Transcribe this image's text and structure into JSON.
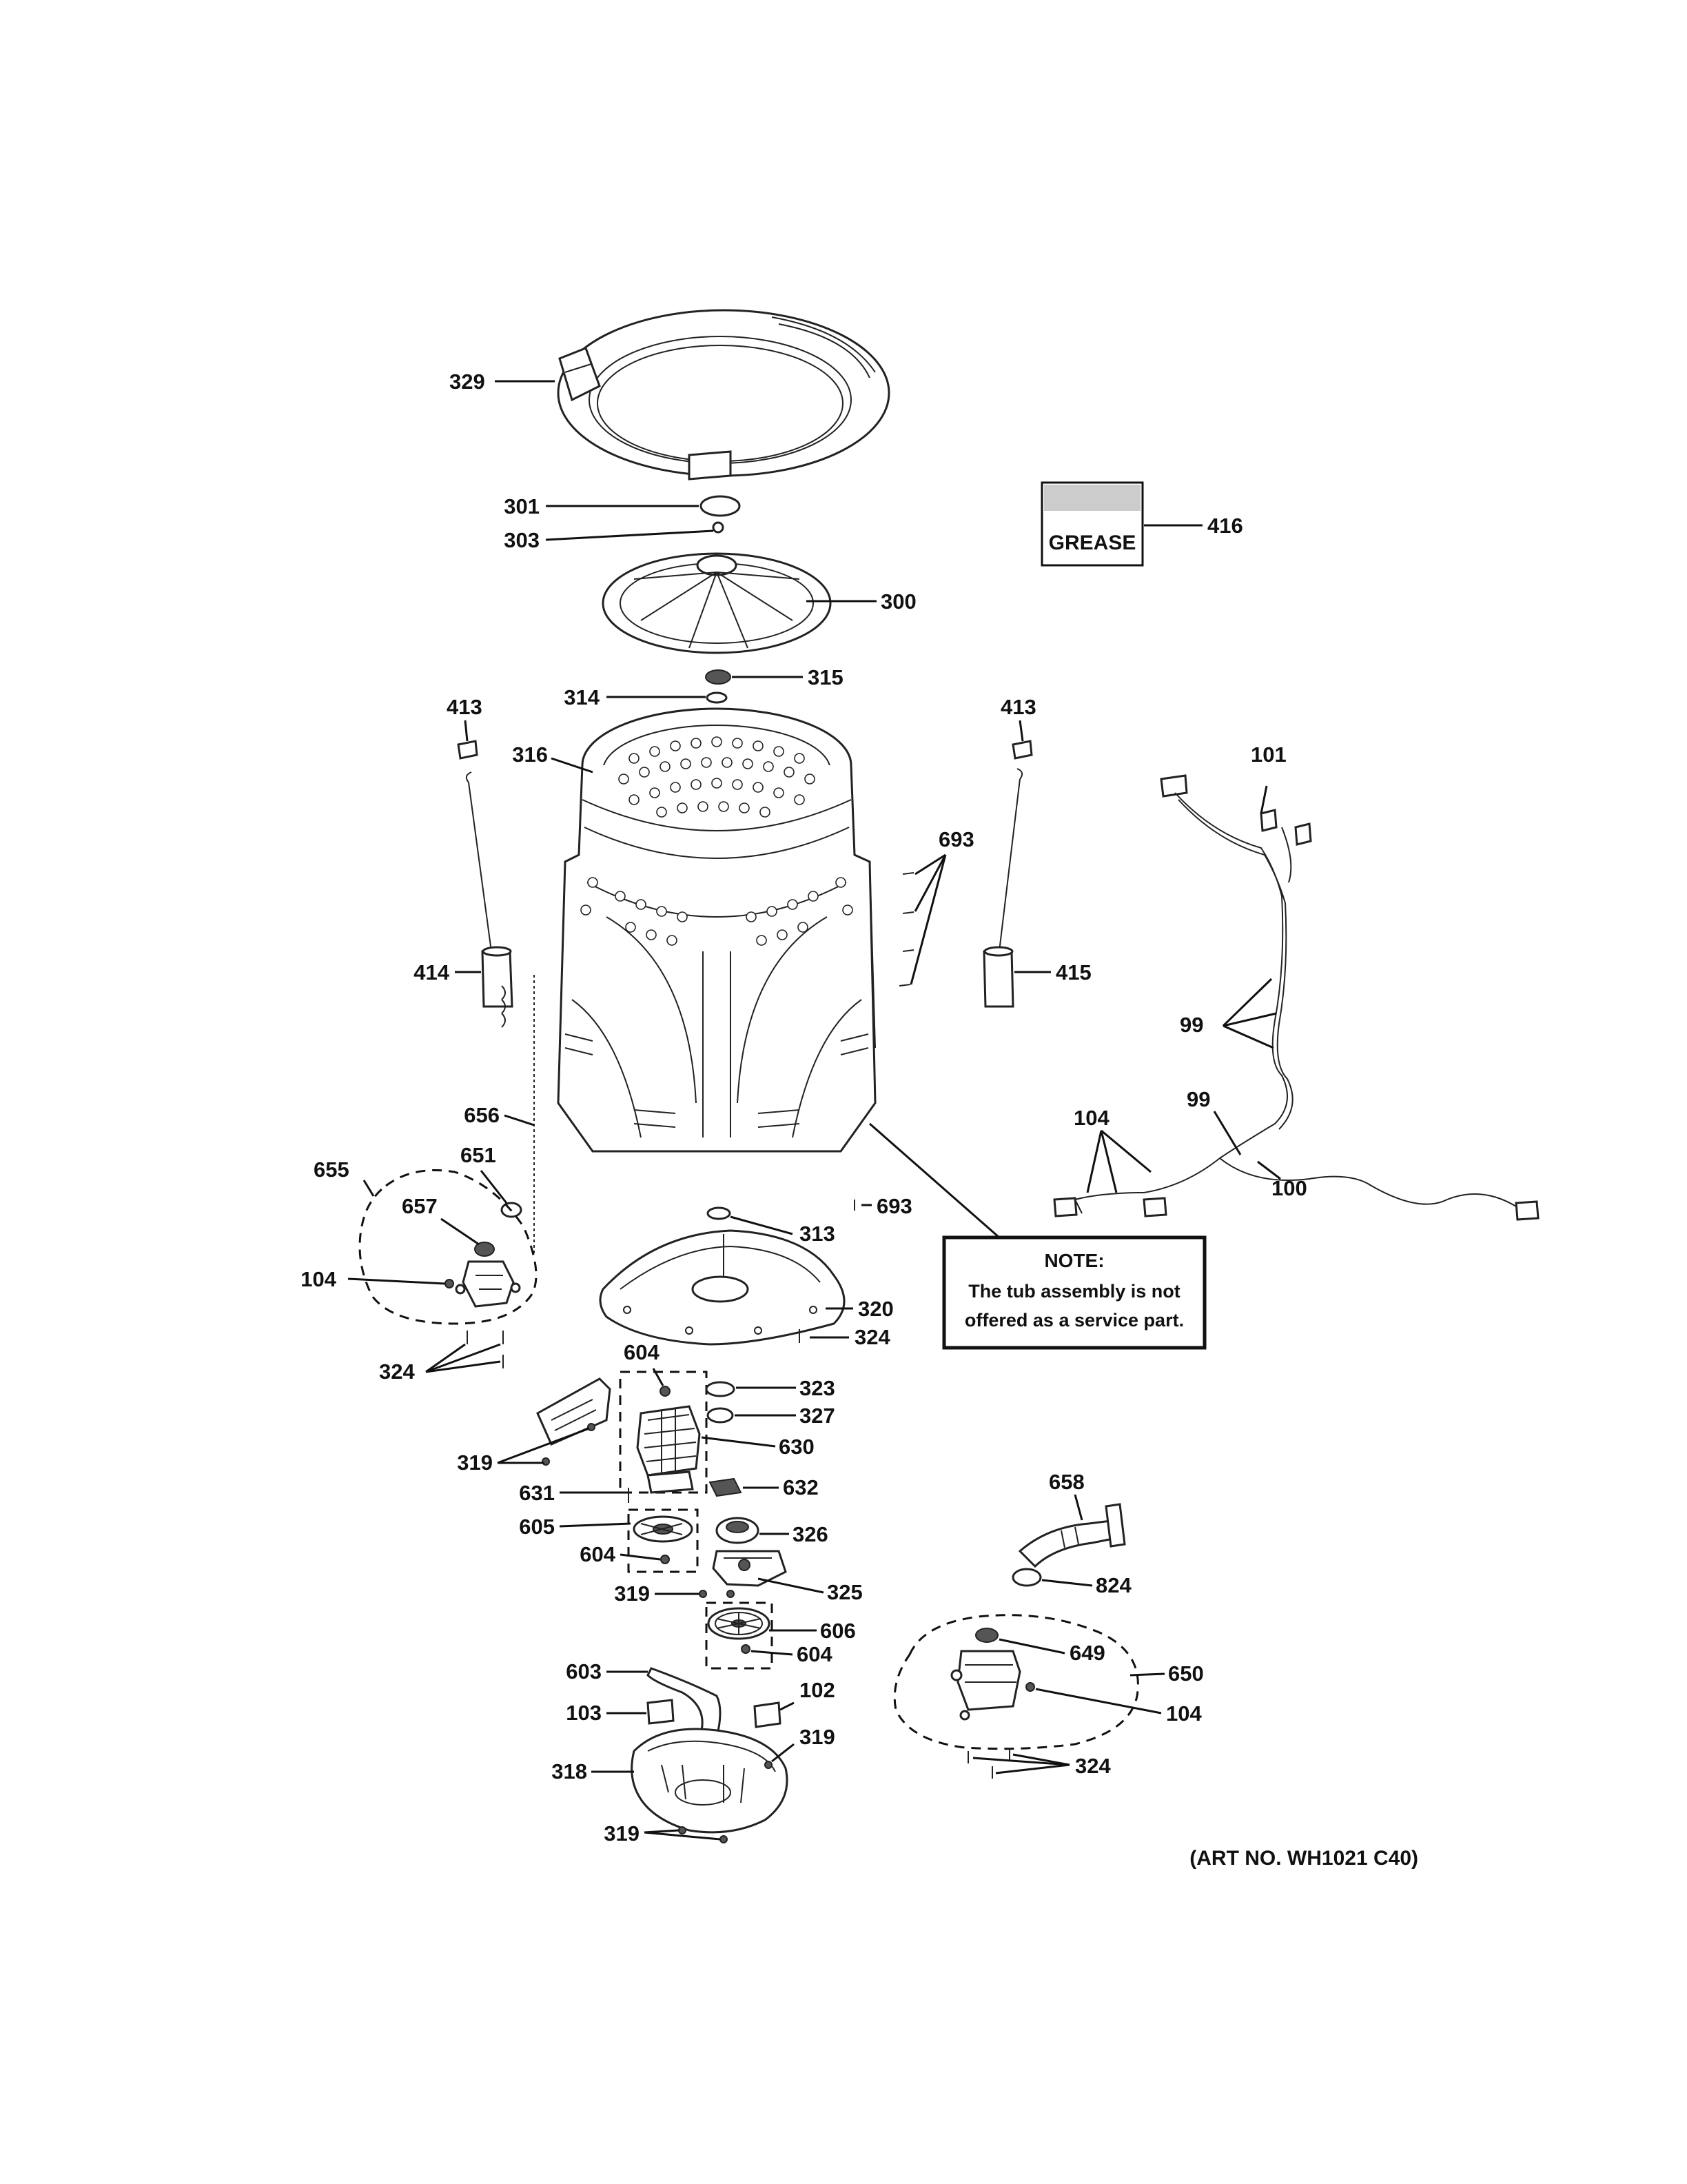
{
  "labels": {
    "l329": "329",
    "l301": "301",
    "l303": "303",
    "l300": "300",
    "l416": "416",
    "l315": "315",
    "l314": "314",
    "l413a": "413",
    "l413b": "413",
    "l316": "316",
    "l101": "101",
    "l693a": "693",
    "l414": "414",
    "l415": "415",
    "l99a": "99",
    "l99b": "99",
    "l104a": "104",
    "l100": "100",
    "l656": "656",
    "l651": "651",
    "l655": "655",
    "l657": "657",
    "l104b": "104",
    "l693b": "693",
    "l313": "313",
    "l320": "320",
    "l324a": "324",
    "l324b": "324",
    "l604a": "604",
    "l323": "323",
    "l327": "327",
    "l630": "630",
    "l319a": "319",
    "l631": "631",
    "l632": "632",
    "l605": "605",
    "l326": "326",
    "l604b": "604",
    "l319b": "319",
    "l325": "325",
    "l606": "606",
    "l604c": "604",
    "l658": "658",
    "l824": "824",
    "l649": "649",
    "l650": "650",
    "l104c": "104",
    "l603": "603",
    "l102": "102",
    "l103": "103",
    "l319c": "319",
    "l318": "318",
    "l319d": "319",
    "l324c": "324"
  },
  "grease_box": {
    "text": "GREASE"
  },
  "note_box": {
    "title": "NOTE:",
    "line1": "The tub assembly is not",
    "line2": "offered as a service part."
  },
  "art_number": "(ART NO. WH1021 C40)"
}
